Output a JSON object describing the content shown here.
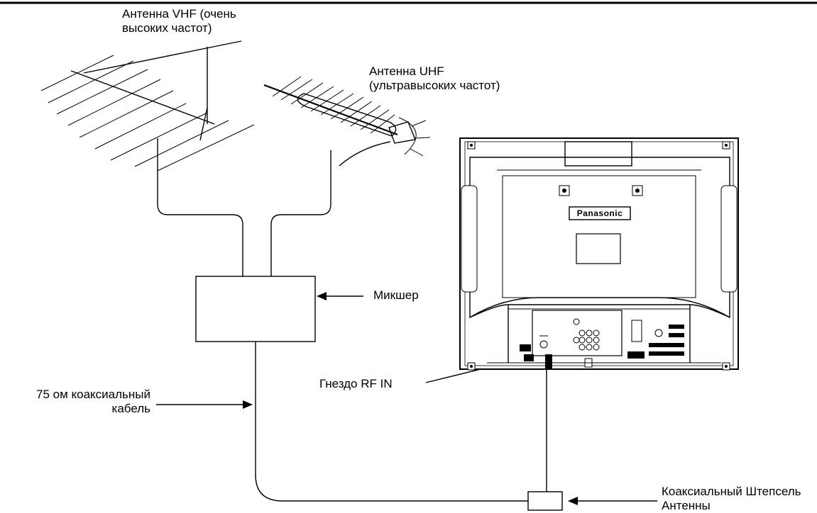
{
  "labels": {
    "vhf_line1": "Антенна VHF (очень",
    "vhf_line2": "высоких частот)",
    "uhf_line1": "Антенна UHF",
    "uhf_line2": "(ультравысоких частот)",
    "mixer": "Микшер",
    "cable_line1": "75 ом коаксиальный",
    "cable_line2": "кабель",
    "rf_in": "Гнездо RF IN",
    "plug_line1": "Коаксиальный Штепсель",
    "plug_line2": "Антенны"
  },
  "tv": {
    "brand": "Panasonic"
  }
}
